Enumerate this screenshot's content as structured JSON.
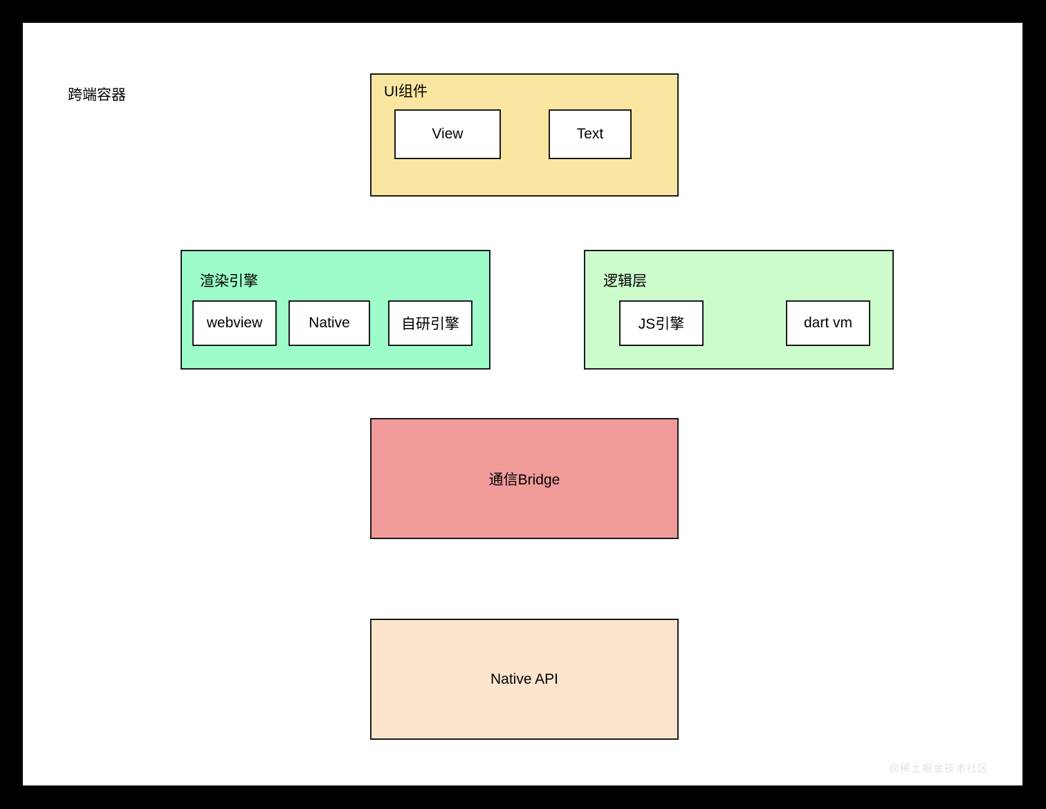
{
  "diagram": {
    "root_caption": "跨端容器",
    "watermark": "@稀土掘金技术社区",
    "groups": [
      {
        "name": "ui-components",
        "label": "UI组件",
        "fill": "#fae6a0",
        "children": [
          {
            "name": "view",
            "label": "View"
          },
          {
            "name": "text",
            "label": "Text"
          }
        ]
      },
      {
        "name": "render-engine",
        "label": "渲染引擎",
        "fill": "#9dfcca",
        "children": [
          {
            "name": "webview",
            "label": "webview"
          },
          {
            "name": "native",
            "label": "Native"
          },
          {
            "name": "self-engine",
            "label": "自研引擎"
          }
        ]
      },
      {
        "name": "logic-layer",
        "label": "逻辑层",
        "fill": "#ccfccc",
        "children": [
          {
            "name": "js-engine",
            "label": "JS引擎"
          },
          {
            "name": "dart-vm",
            "label": "dart vm"
          }
        ]
      }
    ],
    "layers": [
      {
        "name": "bridge",
        "label": "通信Bridge",
        "fill": "#f09a9a"
      },
      {
        "name": "native-api",
        "label": "Native API",
        "fill": "#fce5cc"
      }
    ],
    "colors": {
      "border": "#1a1a1a",
      "background": "#ffffff",
      "frame": "#000000",
      "node_fill": "#ffffff"
    }
  }
}
